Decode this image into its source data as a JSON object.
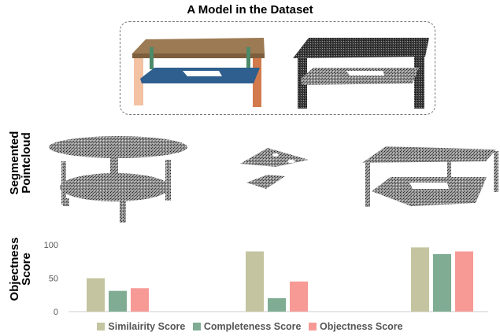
{
  "header": {
    "title": "A Model in the Dataset"
  },
  "row_labels": {
    "segmented": [
      "Segmented",
      "Pointcloud"
    ],
    "objectness": [
      "Objectness",
      "Score"
    ]
  },
  "colors": {
    "similarity": "#c4c4a1",
    "completeness": "#7fac93",
    "objectness": "#f79a96",
    "table_top": "#9c7a53",
    "shelf_blue": "#2f5f8e",
    "leg_peach": "#f2c2a2",
    "leg_orange": "#d27a4c",
    "frame_green": "#4c8a6a",
    "pointcloud": "#555555"
  },
  "icons": [
    "segmented-table-model",
    "pointcloud-table-model",
    "round-table-pointcloud",
    "partial-shelf-pointcloud",
    "rect-table-pointcloud"
  ],
  "chart_data": {
    "type": "bar",
    "categories": [
      "",
      "",
      ""
    ],
    "series": [
      {
        "name": "Similairity Score",
        "values": [
          50,
          90,
          96
        ]
      },
      {
        "name": "Completeness Score",
        "values": [
          31,
          20,
          86
        ]
      },
      {
        "name": "Objectness Score",
        "values": [
          35,
          45,
          90
        ]
      }
    ],
    "ylim": [
      0,
      100
    ],
    "yticks": [
      "0",
      "50",
      "100"
    ],
    "xlabel": "",
    "ylabel": "",
    "legend_position": "bottom",
    "grid": false
  }
}
